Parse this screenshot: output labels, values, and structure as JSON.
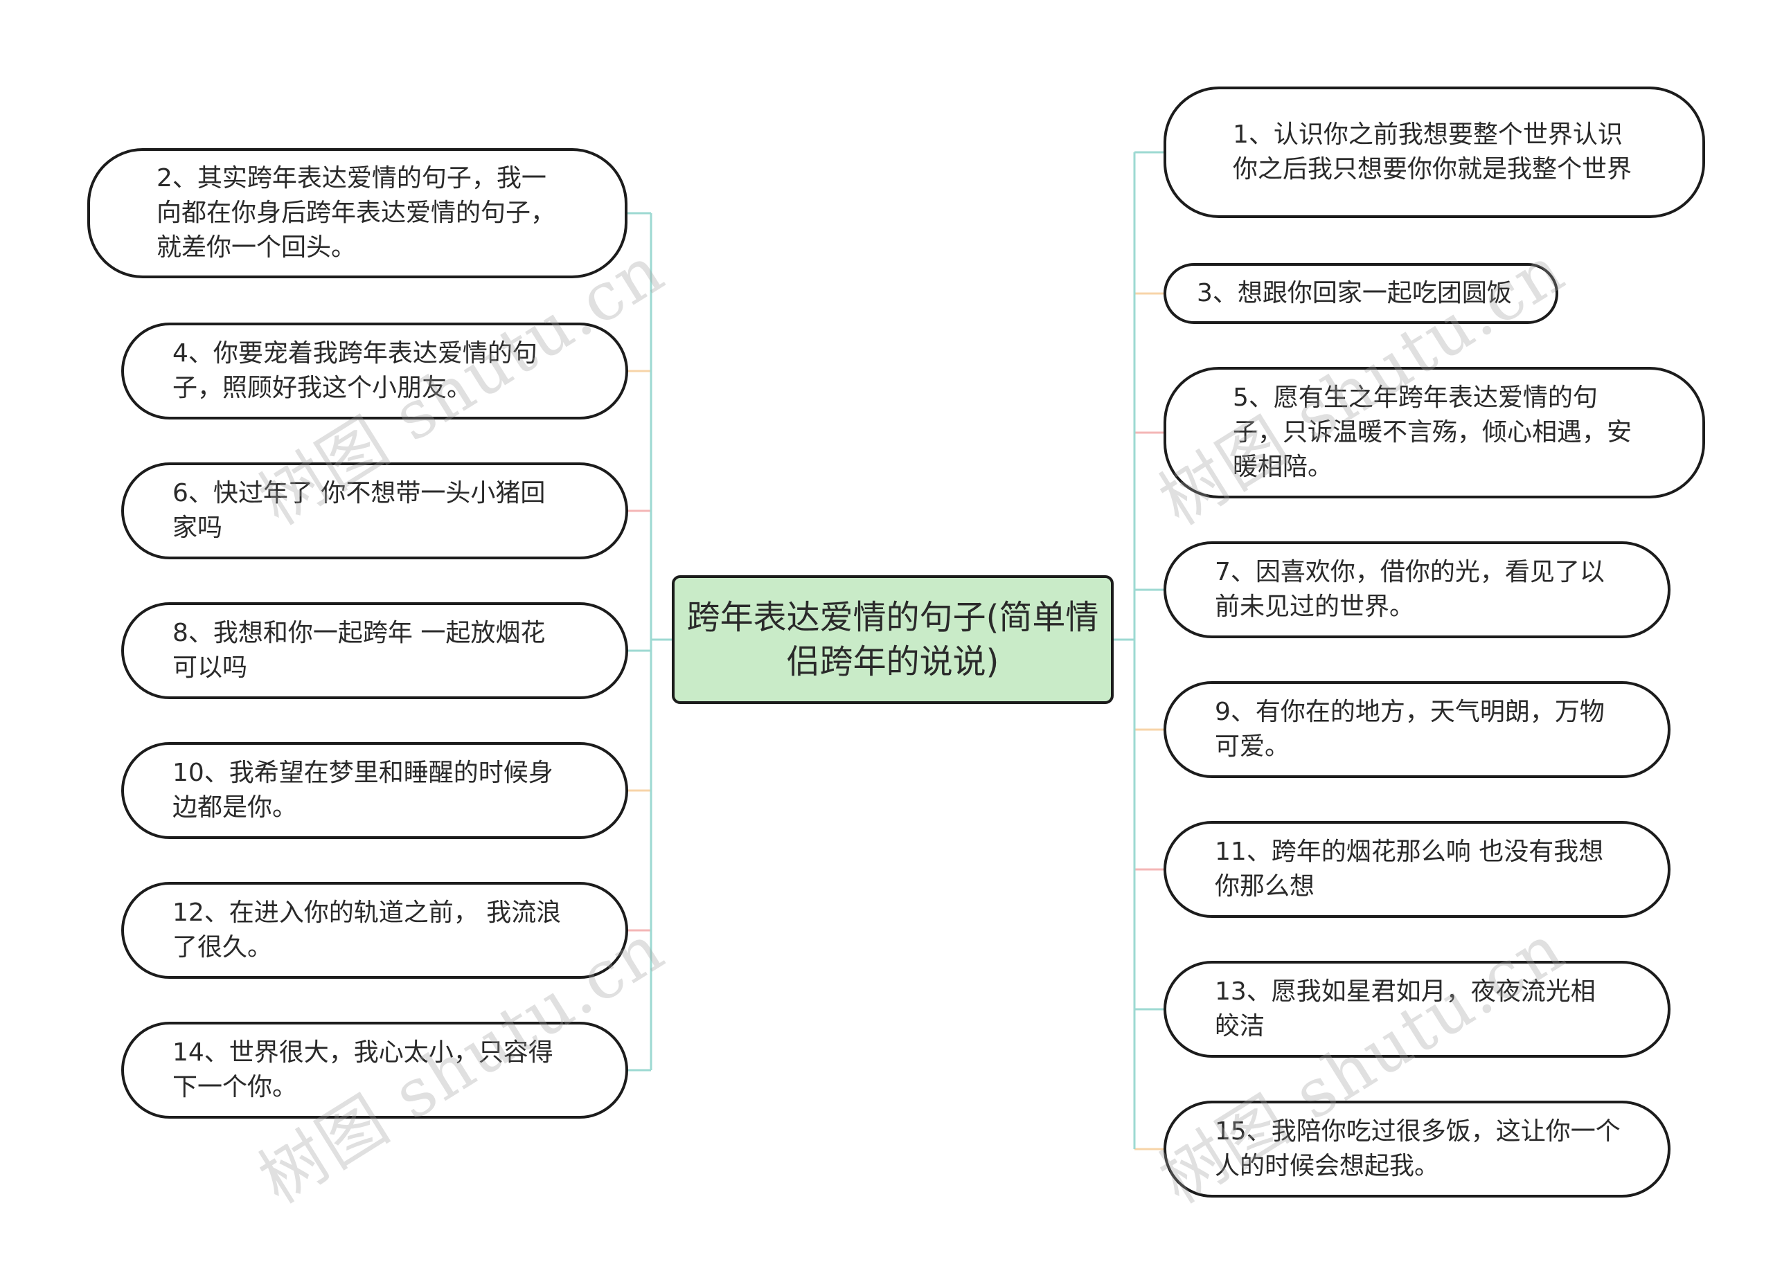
{
  "center": {
    "title": "跨年表达爱情的句子(简单情侣跨年的说说)"
  },
  "watermark": "树图 shutu.cn",
  "colors": {
    "center_fill": "#c9ebc8",
    "border": "#1c1c1c",
    "connector_teal": "#9dd9d2",
    "connector_pink": "#f4b6b6",
    "connector_peach": "#f7d4a8"
  },
  "left_nodes": [
    {
      "id": "n2",
      "text": "2、其实跨年表达爱情的句子，我一向都在你身后跨年表达爱情的句子，就差你一个回头。"
    },
    {
      "id": "n4",
      "text": "4、你要宠着我跨年表达爱情的句子，照顾好我这个小朋友。"
    },
    {
      "id": "n6",
      "text": "6、快过年了 你不想带一头小猪回家吗"
    },
    {
      "id": "n8",
      "text": "8、我想和你一起跨年 一起放烟花可以吗"
    },
    {
      "id": "n10",
      "text": "10、我希望在梦里和睡醒的时候身边都是你。"
    },
    {
      "id": "n12",
      "text": "12、在进入你的轨道之前， 我流浪了很久。"
    },
    {
      "id": "n14",
      "text": "14、世界很大，我心太小，只容得下一个你。"
    }
  ],
  "right_nodes": [
    {
      "id": "n1",
      "text": "1、认识你之前我想要整个世界认识你之后我只想要你你就是我整个世界"
    },
    {
      "id": "n3",
      "text": "3、想跟你回家一起吃团圆饭"
    },
    {
      "id": "n5",
      "text": "5、愿有生之年跨年表达爱情的句子，只诉温暖不言殇，倾心相遇，安暖相陪。"
    },
    {
      "id": "n7",
      "text": "7、因喜欢你，借你的光，看见了以前未见过的世界。"
    },
    {
      "id": "n9",
      "text": "9、有你在的地方，天气明朗，万物可爱。"
    },
    {
      "id": "n11",
      "text": "11、跨年的烟花那么响 也没有我想你那么想"
    },
    {
      "id": "n13",
      "text": "13、愿我如星君如月，夜夜流光相皎洁"
    },
    {
      "id": "n15",
      "text": "15、我陪你吃过很多饭，这让你一个人的时候会想起我。"
    }
  ]
}
